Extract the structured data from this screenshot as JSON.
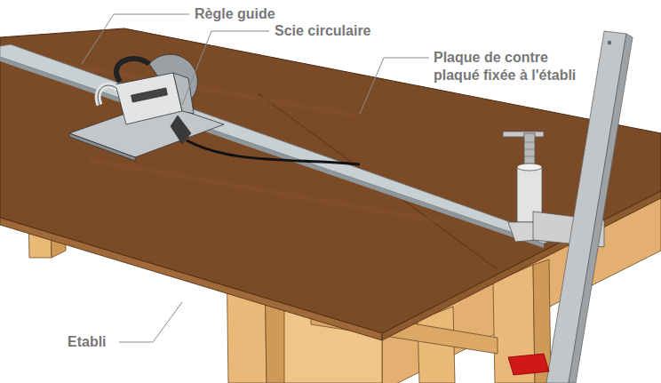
{
  "diagram": {
    "labels": [
      "Règle guide",
      "Scie circulaire",
      "Plaque de contre plaqué fixée à l'établi",
      "Etabli"
    ]
  }
}
